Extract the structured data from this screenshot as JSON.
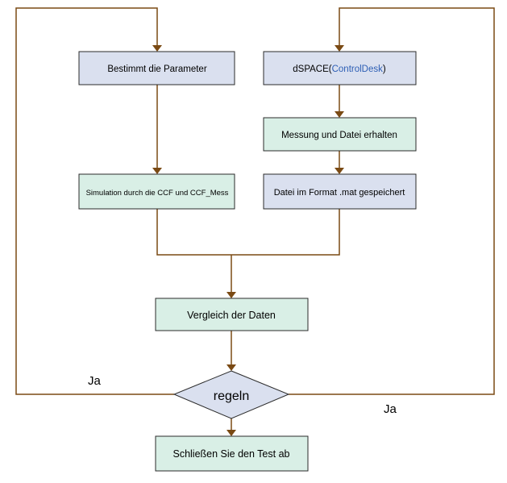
{
  "colors": {
    "box_blue_fill": "#dae0ef",
    "box_green_fill": "#d9efe6",
    "box_stroke": "#2b2b2b",
    "edge": "#7a4a14",
    "accent_blue_text": "#2e5fb5"
  },
  "nodes": {
    "params": {
      "label": "Bestimmt die Parameter"
    },
    "dspace": {
      "label_prefix": "dSPACE(",
      "label_accent": "ControlDesk",
      "label_suffix": ")"
    },
    "messung": {
      "label": "Messung und Datei erhalten"
    },
    "simulation": {
      "label": "Simulation durch die CCF und CCF_Mess"
    },
    "mat": {
      "label": "Datei im Format .mat gespeichert"
    },
    "vergleich": {
      "label": "Vergleich der Daten"
    },
    "regeln": {
      "label": "regeln"
    },
    "test": {
      "label": "Schließen Sie den Test ab"
    }
  },
  "edge_labels": {
    "left": "Ja",
    "right": "Ja"
  }
}
